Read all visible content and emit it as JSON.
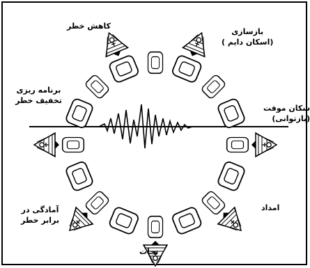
{
  "labels": {
    "reduction": "کاهش خطر",
    "reconstruction": [
      "بازسازی",
      "(اسکان دایم )"
    ],
    "temporary": [
      "سکان موقت",
      "(بازتوانی)"
    ],
    "relief": "امداد",
    "rescue": "نجات",
    "preparedness": [
      "آمادگی در",
      "برابر خطر"
    ],
    "planning": [
      "برنامه ریزی",
      "تخفیف خطر"
    ]
  },
  "colors": {
    "ink": "#000000",
    "paper": "#ffffff"
  },
  "icons": [
    "chain-ring",
    "seismograph-wave",
    "tent-figure"
  ]
}
